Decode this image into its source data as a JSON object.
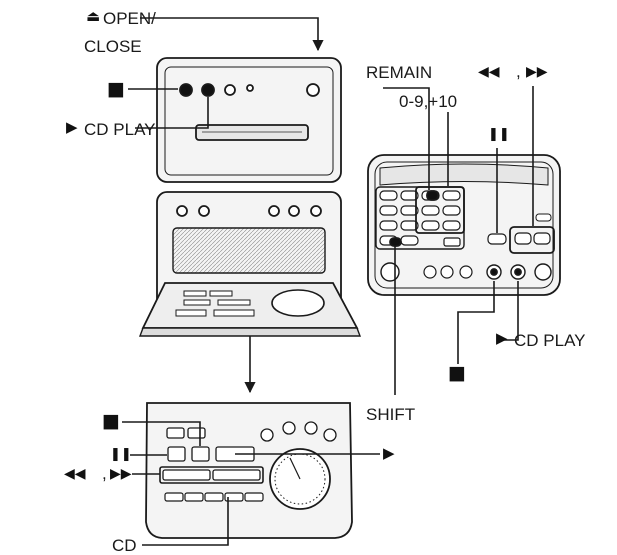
{
  "labels": {
    "open_close_line1": "OPEN/",
    "open_close_line2": "CLOSE",
    "cd_play_top": "CD PLAY",
    "remain": "REMAIN",
    "numbers": "0-9,+10",
    "shift": "SHIFT",
    "cd_play_remote": "CD PLAY",
    "cd_bottom": "CD",
    "rew_ff_comma": ","
  },
  "symbols": {
    "eject": "⏏",
    "stop": "■",
    "play": "▶",
    "pause": "❚❚",
    "rewind": "◀◀",
    "fast_forward": "▶▶"
  },
  "colors": {
    "ink": "#1a1a1a",
    "panel_fill": "#f4f4f4",
    "display_fill": "#e6e6e6",
    "background": "#ffffff"
  }
}
